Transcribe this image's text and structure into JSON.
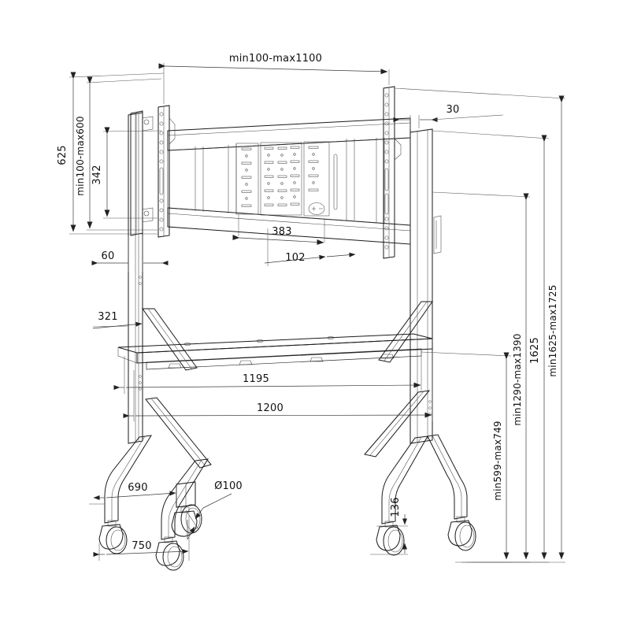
{
  "drawing": {
    "title": "Mobile display stand technical drawing",
    "units": "mm",
    "line_color": "#1a1a1a",
    "background": "#ffffff"
  },
  "dimensions": {
    "vesa_width": "min100-max1100",
    "vesa_height": "min100-max600",
    "total_left_height": "625",
    "bracket_height": "342",
    "bracket_offset_top": "30",
    "column_offset": "60",
    "brace_offset": "321",
    "plate_width": "383",
    "plate_detail": "102",
    "shelf_width": "1195",
    "base_width": "1200",
    "foot_span": "690",
    "caster_diameter": "Ø100",
    "base_depth": "750",
    "caster_height": "136",
    "total_height_range": "min1625-max1725",
    "column_height": "1625",
    "screen_center_range": "min1290-max1390",
    "shelf_height_range": "min599-max749"
  },
  "labels": [
    {
      "id": "vesa-width",
      "text": "min100-max1100",
      "orientation": "horizontal"
    },
    {
      "id": "vesa-height",
      "text": "min100-max600",
      "orientation": "vertical"
    },
    {
      "id": "total-left-height",
      "text": "625",
      "orientation": "vertical"
    },
    {
      "id": "bracket-height",
      "text": "342",
      "orientation": "vertical"
    },
    {
      "id": "bracket-offset",
      "text": "30",
      "orientation": "horizontal"
    },
    {
      "id": "column-offset",
      "text": "60",
      "orientation": "horizontal"
    },
    {
      "id": "brace-offset",
      "text": "321",
      "orientation": "horizontal"
    },
    {
      "id": "plate-width",
      "text": "383",
      "orientation": "horizontal"
    },
    {
      "id": "plate-detail",
      "text": "102",
      "orientation": "horizontal"
    },
    {
      "id": "shelf-width",
      "text": "1195",
      "orientation": "horizontal"
    },
    {
      "id": "base-width",
      "text": "1200",
      "orientation": "horizontal"
    },
    {
      "id": "foot-span",
      "text": "690",
      "orientation": "horizontal"
    },
    {
      "id": "caster-diameter",
      "text": "Ø100",
      "orientation": "leader"
    },
    {
      "id": "base-depth",
      "text": "750",
      "orientation": "horizontal"
    },
    {
      "id": "caster-height",
      "text": "136",
      "orientation": "vertical"
    },
    {
      "id": "total-height",
      "text": "min1625-max1725",
      "orientation": "vertical"
    },
    {
      "id": "column-height",
      "text": "1625",
      "orientation": "vertical"
    },
    {
      "id": "screen-center",
      "text": "min1290-max1390",
      "orientation": "vertical"
    },
    {
      "id": "shelf-height",
      "text": "min599-max749",
      "orientation": "vertical"
    }
  ]
}
